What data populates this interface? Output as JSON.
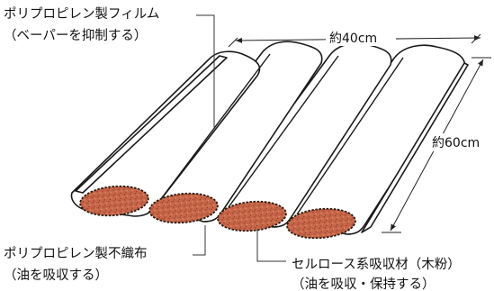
{
  "labels": {
    "film_line1": "ポリプロピレン製フィルム",
    "film_line2": "（ベーパーを抑制する）",
    "nonwoven_line1": "ポリプロピレン製不織布",
    "nonwoven_line2": "（油を吸収する）",
    "cellulose_line1": "セルロース系吸収材（木粉）",
    "cellulose_line2": "（油を吸収・保持する）"
  },
  "dimensions": {
    "width": "約40cm",
    "length": "約60cm"
  },
  "colors": {
    "fill_material": "#c8674a",
    "fill_material_dark": "#8e3a22",
    "outline": "#1a1a1a"
  }
}
